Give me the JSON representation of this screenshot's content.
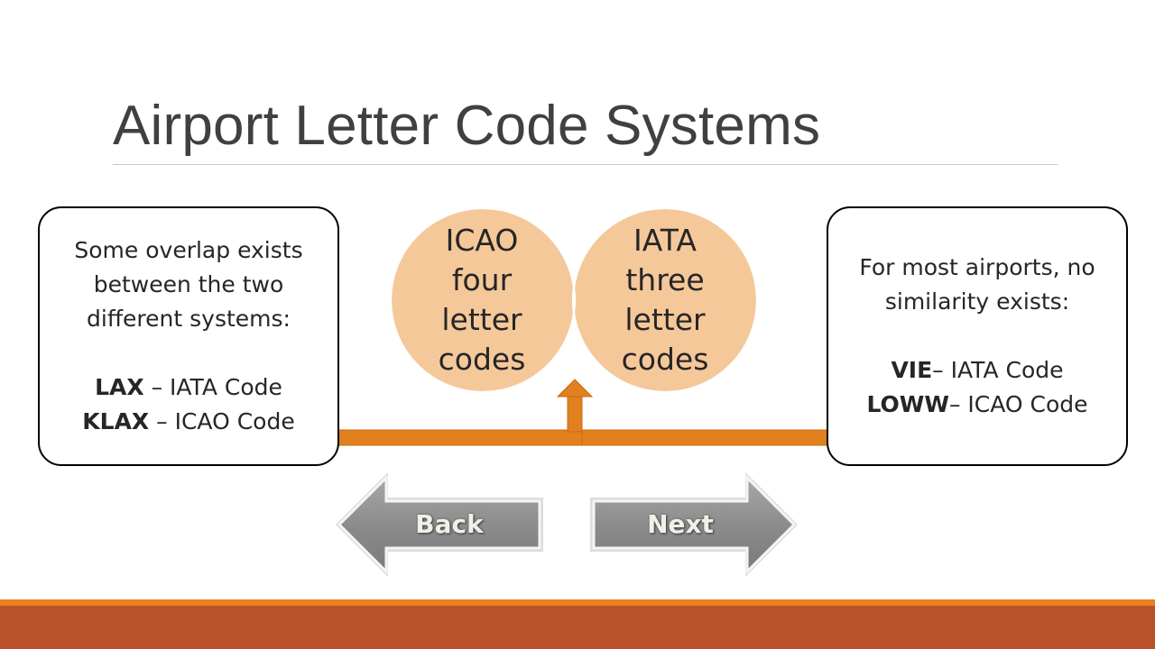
{
  "slide": {
    "title": "Airport Letter Code Systems"
  },
  "left_box": {
    "line1": "Some overlap exists",
    "line2": "between the two",
    "line3": "different systems:",
    "row1_code": "LAX",
    "row1_rest": " – IATA Code",
    "row2_code": "KLAX",
    "row2_rest": " – ICAO Code"
  },
  "right_box": {
    "line1": "For most airports, no",
    "line2": "similarity exists:",
    "row1_code": "VIE",
    "row1_rest": "– IATA Code",
    "row2_code": "LOWW",
    "row2_rest": "– ICAO Code"
  },
  "venn": {
    "left_lines": [
      "ICAO",
      "four",
      "letter",
      "codes"
    ],
    "right_lines": [
      "IATA",
      "three",
      "letter",
      "codes"
    ]
  },
  "nav": {
    "back_label": "Back",
    "next_label": "Next"
  },
  "colors": {
    "circle_fill": "#f5c89a",
    "overlap_fill": "#e8a85a",
    "accent_orange": "#e0801e",
    "footer_orange": "#e8821e",
    "footer_rust": "#b9522a",
    "title_gray": "#404040"
  }
}
